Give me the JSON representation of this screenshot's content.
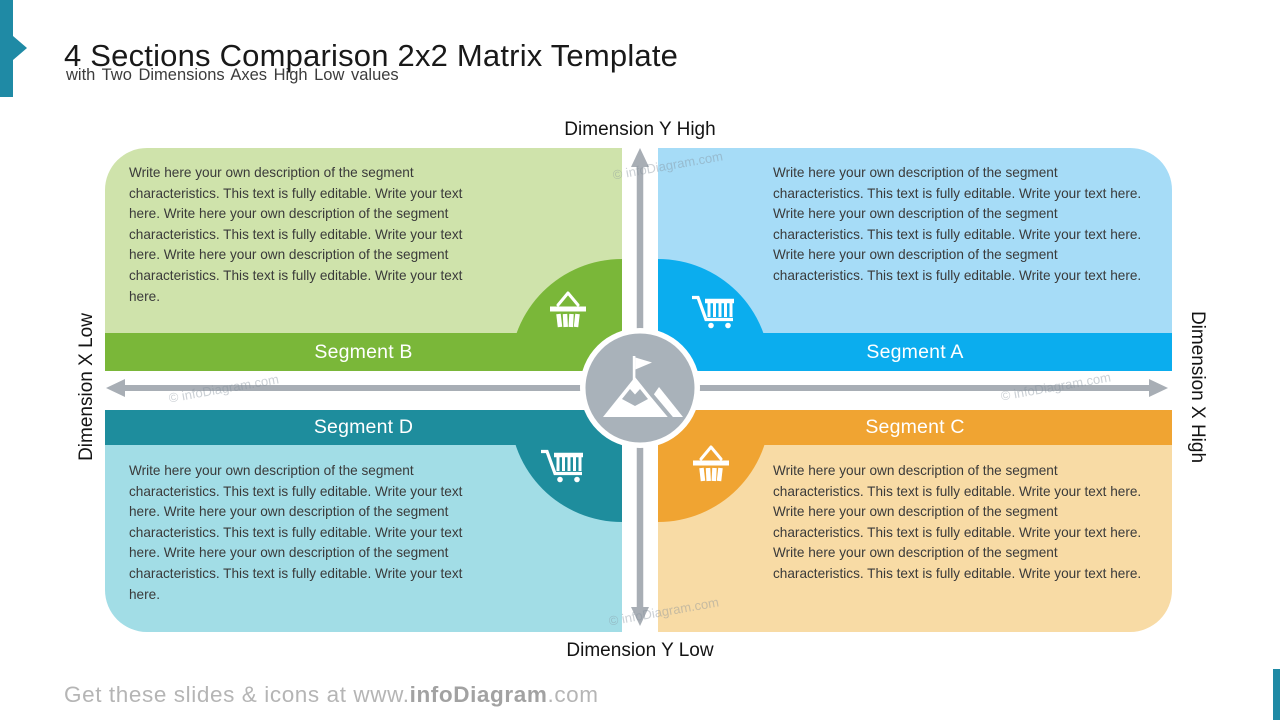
{
  "slide": {
    "title": "4 Sections Comparison 2x2 Matrix Template",
    "subtitle": "with Two Dimensions Axes High Low values",
    "watermark": "© infoDiagram.com",
    "footer": {
      "prefix": "Get these slides & icons at www.",
      "brand": "infoDiagram",
      "suffix": ".com"
    }
  },
  "axes": {
    "y_high": "Dimension Y High",
    "y_low": "Dimension Y Low",
    "x_low": "Dimension X Low",
    "x_high": "Dimension X High"
  },
  "quadrants": [
    {
      "label": "Segment A",
      "position": "top-right",
      "icon": "shopping-cart-icon",
      "light_color": "#a6dcf7",
      "dark_color": "#0badee",
      "description": "Write here your own description of the segment characteristics. This text is fully editable. Write your text here. Write here your own description of the segment characteristics. This text is fully editable. Write your text here. Write here your own description of the segment characteristics. This text is fully editable. Write your text here."
    },
    {
      "label": "Segment B",
      "position": "top-left",
      "icon": "shopping-basket-icon",
      "light_color": "#cfe3ab",
      "dark_color": "#7ab739",
      "description": "Write here your own description of the segment characteristics. This text is fully editable. Write your text here. Write here your own description of the segment characteristics. This text is fully editable. Write your text here. Write here your own description of the segment characteristics. This text is fully editable. Write your text here."
    },
    {
      "label": "Segment C",
      "position": "bottom-right",
      "icon": "shopping-basket-icon",
      "light_color": "#f8dba5",
      "dark_color": "#f0a432",
      "description": "Write here your own description of the segment characteristics. This text is fully editable. Write your text here. Write here your own description of the segment characteristics. This text is fully editable. Write your text here. Write here your own description of the segment characteristics. This text is fully editable. Write your text here."
    },
    {
      "label": "Segment D",
      "position": "bottom-left",
      "icon": "shopping-cart-icon",
      "light_color": "#a2dde6",
      "dark_color": "#1e8d9d",
      "description": "Write here your own description of the segment characteristics. This text is fully editable. Write your text here. Write here your own description of the segment characteristics. This text is fully editable. Write your text here. Write here your own description of the segment characteristics. This text is fully editable. Write your text here."
    }
  ],
  "center_icon": "mountain-flag-icon",
  "colors": {
    "accent_teal": "#1f8aa5",
    "axis_gray": "#a8aeb5",
    "center_circle_gray": "#a9b2ba",
    "text_dark": "#191919",
    "footer_gray": "#b5b5b5"
  }
}
